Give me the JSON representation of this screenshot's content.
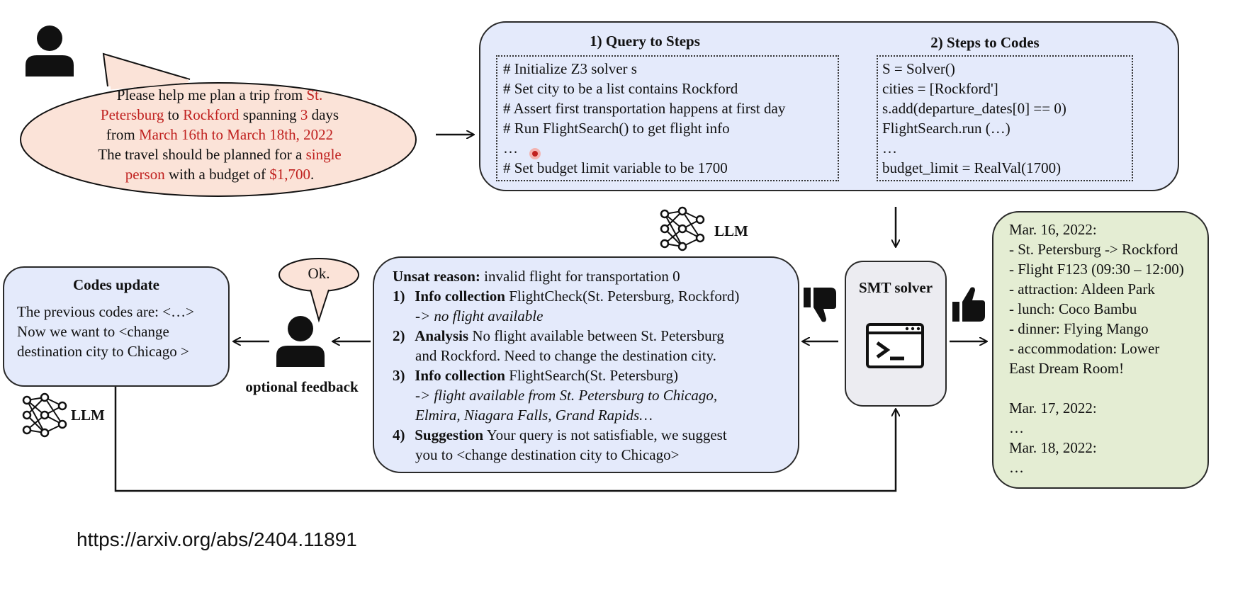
{
  "user_request": {
    "segments": [
      {
        "t": "Please help me plan a trip from ",
        "red": false
      },
      {
        "t": "St.",
        "red": true
      },
      {
        "br": true
      },
      {
        "t": "Petersburg",
        "red": true
      },
      {
        "t": " to ",
        "red": false
      },
      {
        "t": "Rockford",
        "red": true
      },
      {
        "t": " spanning ",
        "red": false
      },
      {
        "t": "3",
        "red": true
      },
      {
        "t": " days",
        "red": false
      },
      {
        "br": true
      },
      {
        "t": "from ",
        "red": false
      },
      {
        "t": "March 16th to March 18th, 2022",
        "red": true
      },
      {
        "br": true
      },
      {
        "t": "The travel should be planned for a ",
        "red": false
      },
      {
        "t": "single",
        "red": true
      },
      {
        "br": true
      },
      {
        "t": "person",
        "red": true
      },
      {
        "t": " with a budget of ",
        "red": false
      },
      {
        "t": "$1,700",
        "red": true
      },
      {
        "t": ".",
        "red": false
      }
    ]
  },
  "query_to_steps": {
    "title": "1) Query to Steps",
    "lines": [
      "# Initialize Z3 solver s",
      "# Set city to be a list contains Rockford",
      "# Assert first transportation happens at first day",
      "# Run FlightSearch() to get flight info",
      "…",
      "# Set budget limit variable to be 1700"
    ]
  },
  "steps_to_codes": {
    "title": "2) Steps to Codes",
    "lines": [
      "S = Solver()",
      "cities = [Rockford']",
      "s.add(departure_dates[0] == 0)",
      "FlightSearch.run (…)",
      "…",
      "budget_limit = RealVal(1700)"
    ]
  },
  "llm_label": "LLM",
  "smt_solver_label": "SMT solver",
  "unsat": {
    "header_bold": "Unsat reason:",
    "header_text": " invalid flight for transportation 0",
    "items": [
      {
        "num": "1)",
        "bold": "Info collection",
        "text": " FlightCheck(St. Petersburg, Rockford)",
        "sub": [
          "-> no flight available"
        ],
        "sub_italic": true
      },
      {
        "num": "2)",
        "bold": "Analysis",
        "text": " No flight available between St. Petersburg",
        "sub": [
          "and Rockford. Need to change the destination city."
        ],
        "sub_italic": false
      },
      {
        "num": "3)",
        "bold": "Info collection",
        "text": " FlightSearch(St. Petersburg)",
        "sub": [
          "-> flight available from St. Petersburg to Chicago,",
          "Elmira, Niagara Falls, Grand Rapids…"
        ],
        "sub_italic": true
      },
      {
        "num": "4)",
        "bold": "Suggestion",
        "text": " Your query is not satisfiable, we suggest",
        "sub": [
          "you to <change destination city to Chicago>"
        ],
        "sub_italic": false
      }
    ]
  },
  "feedback": {
    "bubble": "Ok.",
    "label": "optional feedback"
  },
  "codes_update": {
    "title": "Codes update",
    "lines": [
      "The previous codes are: <…>",
      "Now we want to <change",
      "destination city to Chicago >"
    ]
  },
  "plan": {
    "lines": [
      "Mar. 16, 2022:",
      "- St. Petersburg -> Rockford",
      "- Flight F123 (09:30 – 12:00)",
      "- attraction: Aldeen Park",
      "- lunch: Coco Bambu",
      "- dinner: Flying Mango",
      "- accommodation: Lower",
      "East Dream Room!",
      "",
      "Mar. 17, 2022:",
      "…",
      "Mar. 18, 2022:",
      "…"
    ]
  },
  "source_url": "https://arxiv.org/abs/2404.11891",
  "colors": {
    "highlight_red": "#c0211f",
    "blue_box": "#e4eafb",
    "green_box": "#e4edd3",
    "bubble": "#fbe3d8"
  }
}
